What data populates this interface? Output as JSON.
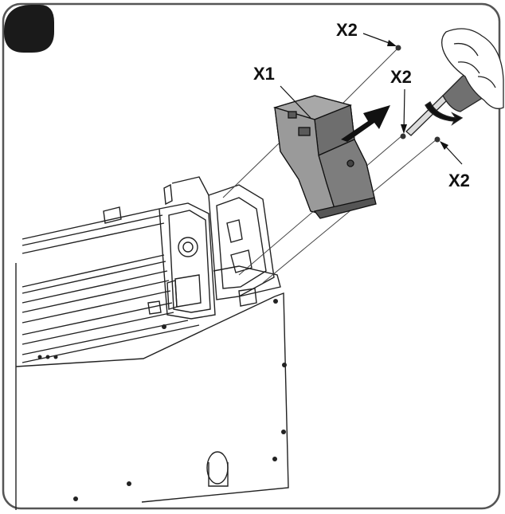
{
  "callouts": {
    "module_label": "X1",
    "screw_top_label": "X2",
    "screw_middle_label": "X2",
    "screw_right_label": "X2"
  },
  "colors": {
    "frame": "#555555",
    "step_badge": "#1a1a1a",
    "line_art": "#222222",
    "module_fill": "#8c8c8c",
    "module_shade": "#6e6e6e",
    "arrow": "#111111"
  },
  "icons": {
    "step_badge": "black-circle-marker",
    "hand": "hand-with-screwdriver-icon",
    "arrow": "removal-direction-arrow-icon"
  }
}
